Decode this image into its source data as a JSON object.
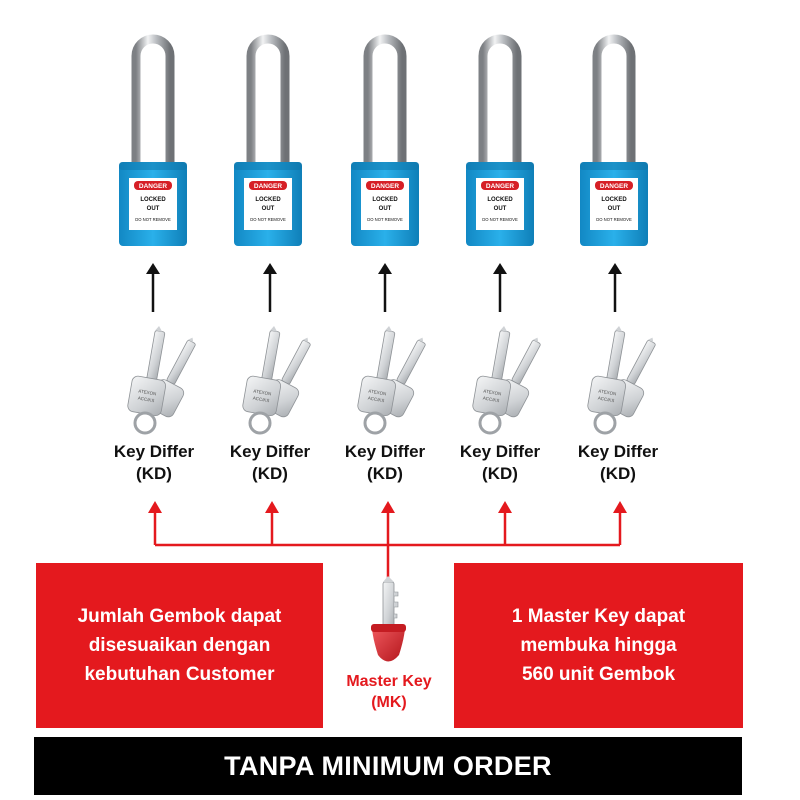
{
  "colors": {
    "padlock_body": "#1a9ad6",
    "shackle": "#c9ccd0",
    "key_silver": "#d7d9dc",
    "accent_red": "#e4191e",
    "banner_bg": "#000000",
    "text_white": "#ffffff",
    "master_key_head": "#d8222a"
  },
  "padlock_tag": {
    "header": "DANGER",
    "line1": "LOCKED",
    "line2": "OUT",
    "line3": "DO NOT REMOVE"
  },
  "key_stamp": {
    "line1": "ATEXON",
    "line2": "ACC/KS"
  },
  "key_differ": [
    {
      "line1": "Key Differ",
      "line2": "(KD)"
    },
    {
      "line1": "Key Differ",
      "line2": "(KD)"
    },
    {
      "line1": "Key Differ",
      "line2": "(KD)"
    },
    {
      "line1": "Key Differ",
      "line2": "(KD)"
    },
    {
      "line1": "Key Differ",
      "line2": "(KD)"
    }
  ],
  "left_box": {
    "line1": "Jumlah Gembok dapat",
    "line2": "disesuaikan dengan",
    "line3": "kebutuhan Customer"
  },
  "right_box": {
    "line1": "1 Master Key dapat",
    "line2": "membuka hingga",
    "line3": "560 unit Gembok"
  },
  "master_key": {
    "line1": "Master Key",
    "line2": "(MK)"
  },
  "banner": "TANPA MINIMUM ORDER"
}
